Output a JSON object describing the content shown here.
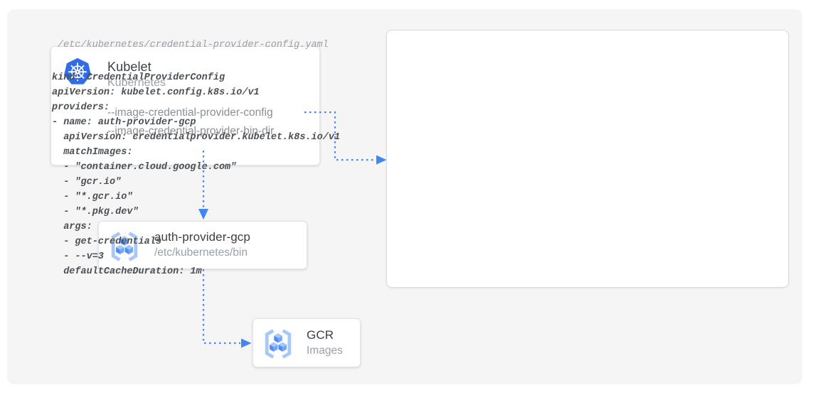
{
  "diagram": {
    "colors": {
      "arrow_blue": "#4285f4",
      "k8s_blue": "#326ce5",
      "canvas_bg": "#f5f5f6",
      "title_text": "#3c4043",
      "muted_text": "#9aa0a6",
      "code_text": "#4c5054"
    },
    "kubelet": {
      "title": "Kubelet",
      "subtitle": "Kubernetes",
      "flags": [
        "--image-credential-provider-config",
        "--image-credential-provider-bin-dir"
      ]
    },
    "auth_provider": {
      "title": "auth-provider-gcp",
      "subtitle": "/etc/kubernetes/bin"
    },
    "gcr": {
      "title": "GCR",
      "subtitle": "Images"
    },
    "code_panel": {
      "filename": "/etc/kubernetes/credential-provider-config.yaml",
      "lines": [
        "kind: CredentialProviderConfig",
        "apiVersion: kubelet.config.k8s.io/v1",
        "providers:",
        "- name: auth-provider-gcp",
        "  apiVersion: credentialprovider.kubelet.k8s.io/v1",
        "  matchImages:",
        "  - \"container.cloud.google.com\"",
        "  - \"gcr.io\"",
        "  - \"*.gcr.io\"",
        "  - \"*.pkg.dev\"",
        "  args:",
        "  - get-credentials",
        "  - --v=3",
        "  defaultCacheDuration: 1m"
      ]
    }
  }
}
